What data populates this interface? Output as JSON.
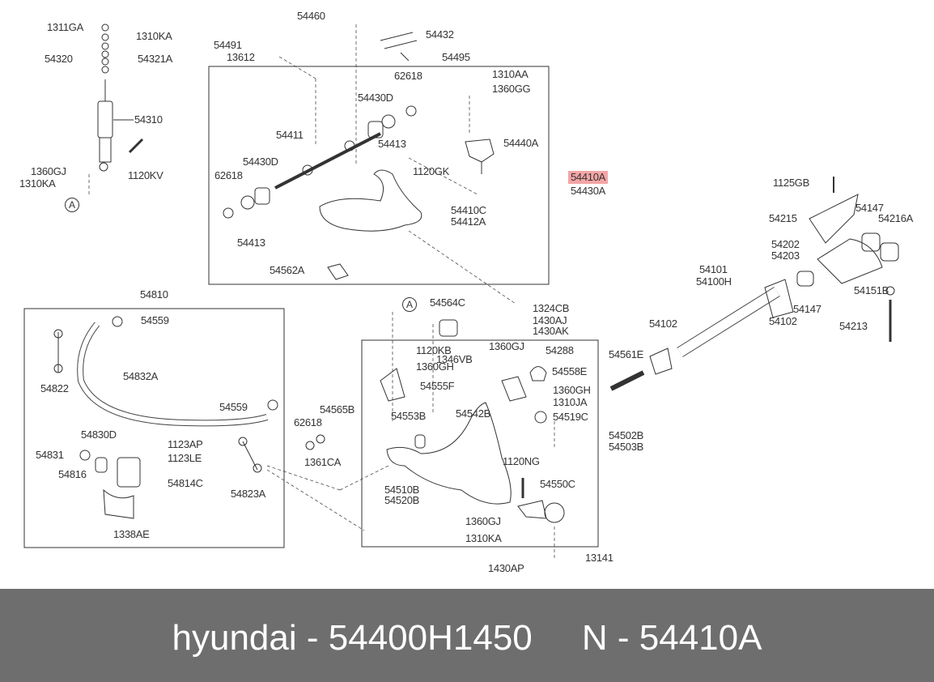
{
  "labels": [
    "1311GA",
    "1310KA",
    "54320",
    "54321A",
    "54310",
    "1120KV",
    "1360GJ",
    "1310KA",
    "54460",
    "54432",
    "54491",
    "13612",
    "54495",
    "62618",
    "1310AA",
    "1360GG",
    "54430D",
    "54413",
    "54440A",
    "54411",
    "54430D",
    "62618",
    "1120GK",
    "54410A",
    "54430A",
    "54410C",
    "54412A",
    "54413",
    "54562A",
    "1125GB",
    "54215",
    "54147",
    "54216A",
    "54202",
    "54203",
    "54101",
    "54100H",
    "54151B",
    "54147",
    "54102",
    "54102",
    "54561E",
    "54213",
    "54810",
    "54559",
    "54822",
    "54832A",
    "54559",
    "54830D",
    "1123AP",
    "54831",
    "1123LE",
    "54816",
    "54814C",
    "54823A",
    "1338AE",
    "62618",
    "54565B",
    "1361CA",
    "54564C",
    "1324CB",
    "1430AJ",
    "1430AK",
    "1120KB",
    "1360GJ",
    "54288",
    "1346VB",
    "1360GH",
    "54558E",
    "54555F",
    "1360GH",
    "1310JA",
    "54553B",
    "54542B",
    "54519C",
    "54502B",
    "54503B",
    "1120NG",
    "54550C",
    "54510B",
    "54520B",
    "1360GJ",
    "1310KA",
    "13141",
    "1430AP"
  ],
  "callouts": [
    "A",
    "A"
  ],
  "highlight_color": "#f4a5a5",
  "footer": {
    "text": "hyundai - 54400H1450     N - 54410A"
  }
}
